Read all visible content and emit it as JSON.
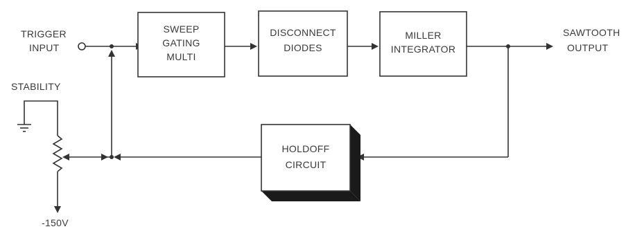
{
  "labels": {
    "trigger_input": [
      "TRIGGER",
      "INPUT"
    ],
    "sawtooth_output": [
      "SAWTOOTH",
      "OUTPUT"
    ],
    "stability": "STABILITY",
    "supply_voltage": "-150V"
  },
  "blocks": {
    "sweep_gating_multi": [
      "SWEEP",
      "GATING",
      "MULTI"
    ],
    "disconnect_diodes": [
      "DISCONNECT",
      "DIODES"
    ],
    "miller_integrator": [
      "MILLER",
      "INTEGRATOR"
    ],
    "holdoff_circuit": [
      "HOLDOFF",
      "CIRCUIT"
    ]
  }
}
